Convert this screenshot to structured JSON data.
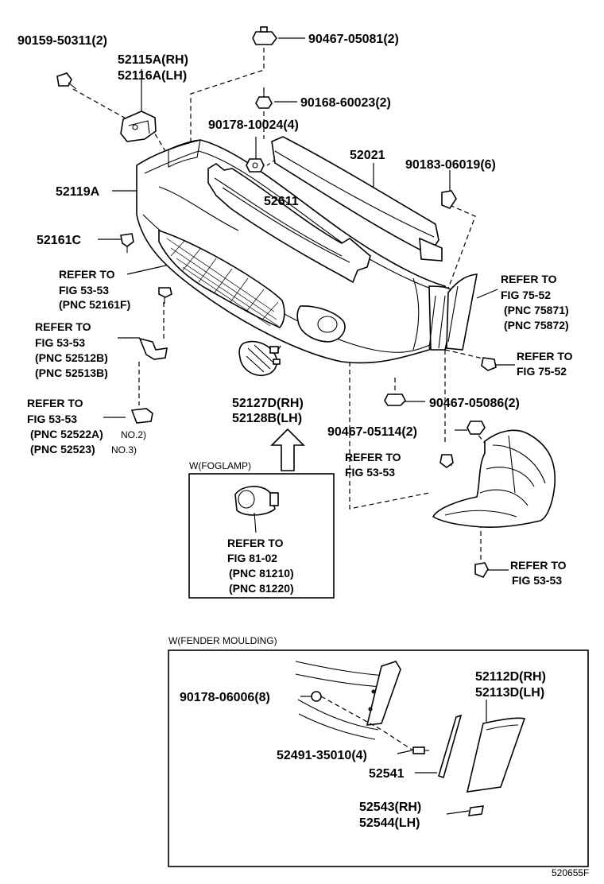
{
  "parts": {
    "p90159": "90159-50311(2)",
    "p52115A": "52115A(RH)",
    "p52116A": "52116A(LH)",
    "p90467_05081": "90467-05081(2)",
    "p90168": "90168-60023(2)",
    "p90178_10024": "90178-10024(4)",
    "p52021": "52021",
    "p90183": "90183-06019(6)",
    "p52119A": "52119A",
    "p52611": "52611",
    "p52161C": "52161C",
    "p52127D": "52127D(RH)",
    "p52128B": "52128B(LH)",
    "p90467_05086": "90467-05086(2)",
    "p90467_05114": "90467-05114(2)"
  },
  "refs": {
    "r1": [
      "REFER TO",
      "FIG 53-53",
      "(PNC 52161F)"
    ],
    "r2": [
      "REFER TO",
      "FIG 53-53",
      "(PNC 52512B)",
      "(PNC 52513B)"
    ],
    "r3": [
      "REFER TO",
      "FIG 53-53",
      "(PNC 52522A)",
      "NO.2)",
      "(PNC 52523)",
      "NO.3)"
    ],
    "r4": [
      "REFER TO",
      "FIG 75-52",
      "(PNC 75871)",
      "(PNC 75872)"
    ],
    "r5": [
      "REFER TO",
      "FIG 75-52"
    ],
    "r6": [
      "REFER TO",
      "FIG 53-53"
    ],
    "r7": [
      "REFER TO",
      "FIG 53-53"
    ]
  },
  "foglamp_box": {
    "title": "W(FOGLAMP)",
    "refer": [
      "REFER TO",
      "FIG 81-02",
      "(PNC 81210)",
      "(PNC 81220)"
    ]
  },
  "fender_box": {
    "title": "W(FENDER MOULDING)",
    "p90178_06006": "90178-06006(8)",
    "p52491": "52491-35010(4)",
    "p52541": "52541",
    "p52112D": "52112D(RH)",
    "p52113D": "52113D(LH)",
    "p52543": "52543(RH)",
    "p52544": "52544(LH)"
  },
  "figure_id": "520655F"
}
